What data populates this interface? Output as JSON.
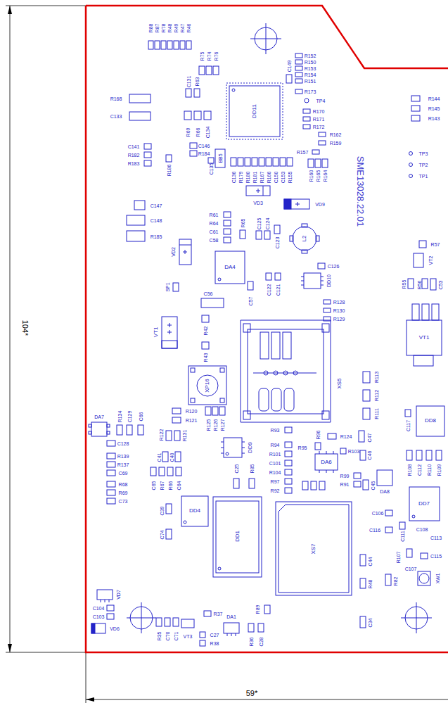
{
  "diagram": {
    "labels": [
      "R88",
      "R87",
      "R78",
      "R48",
      "R49",
      "R47",
      "R46",
      "R75",
      "R74",
      "R76",
      "C131",
      "R63",
      "R168",
      "C133",
      "R69",
      "R66",
      "C134",
      "C141",
      "R182",
      "R183",
      "C146",
      "R184",
      "R186",
      "C135",
      "BB5",
      "DD11",
      "C149",
      "R152",
      "R150",
      "R153",
      "R154",
      "R151",
      "R173",
      "TP4",
      "R170",
      "R171",
      "R172",
      "R162",
      "R159",
      "R157",
      "R160",
      "R165",
      "R164",
      "C136",
      "R179",
      "R180",
      "R181",
      "R167",
      "R166",
      "C150",
      "C153",
      "R155",
      "VD3",
      "VD9",
      "SME13028.22.01",
      "R144",
      "R145",
      "R143",
      "TP3",
      "TP2",
      "TP1",
      "C147",
      "C148",
      "R185",
      "R61",
      "R64",
      "C61",
      "C58",
      "R65",
      "C125",
      "C124",
      "C123",
      "L2",
      "VD2",
      "DA4",
      "SP1",
      "C56",
      "C57",
      "C122",
      "C121",
      "DD10",
      "C126",
      "R128",
      "R130",
      "R129",
      "R57",
      "VT2",
      "R55",
      "R56",
      "C53",
      "VT1",
      "VT1",
      "R42",
      "R43",
      "XP16",
      "XS5",
      "R113",
      "R112",
      "R111",
      "DD8",
      "C117",
      "DA7",
      "R134",
      "C129",
      "C66",
      "R120",
      "R121",
      "R122",
      "R131",
      "R125",
      "R126",
      "R127",
      "DD9",
      "R93",
      "R94",
      "R101",
      "C101",
      "R104",
      "R97",
      "R92",
      "R96",
      "R95",
      "R124",
      "C47",
      "DA6",
      "R103",
      "C46",
      "R99",
      "R91",
      "C45",
      "DA8",
      "DD7",
      "R108",
      "C112",
      "R110",
      "R109",
      "C106",
      "C116",
      "C111",
      "C108",
      "C113",
      "C115",
      "R107",
      "C107",
      "XW1",
      "C44",
      "R48",
      "R82",
      "C34",
      "XS7",
      "DD1",
      "C25",
      "R85",
      "C128",
      "R139",
      "R137",
      "C69",
      "R68",
      "R69",
      "C73",
      "C41",
      "C40",
      "C65",
      "R67",
      "R66",
      "C64",
      "DD4",
      "C39",
      "C74",
      "VD7",
      "C104",
      "C103",
      "VD6",
      "R35",
      "C70",
      "C71",
      "VT3",
      "R37",
      "C27",
      "R38",
      "DA1",
      "R89",
      "R36",
      "C28",
      "104*",
      "59*"
    ]
  }
}
